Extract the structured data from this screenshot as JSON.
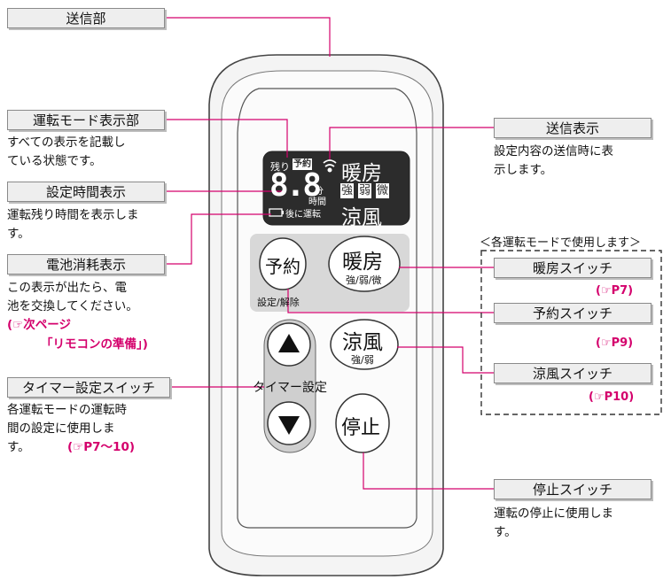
{
  "labels": {
    "transmitter": "送信部",
    "mode_display": "運転モード表示部",
    "time_display": "設定時間表示",
    "battery_display": "電池消耗表示",
    "timer_switch": "タイマー設定スイッチ",
    "send_display": "送信表示",
    "heat_switch": "暖房スイッチ",
    "reserve_switch": "予約スイッチ",
    "cool_switch": "涼風スイッチ",
    "stop_switch": "停止スイッチ"
  },
  "descriptions": {
    "mode_display": [
      "すべての表示を記載し",
      "ている状態です。"
    ],
    "time_display": [
      "運転残り時間を表示しま",
      "す。"
    ],
    "battery_display": [
      "この表示が出たら、電",
      "池を交換してください。"
    ],
    "battery_ref": [
      "(☞次ページ",
      "「リモコンの準備」)"
    ],
    "timer_switch": [
      "各運転モードの運転時",
      "間の設定に使用しま",
      "す。"
    ],
    "timer_ref": "(☞P7～10)",
    "send_display": [
      "設定内容の送信時に表",
      "示します。"
    ],
    "stop_switch": [
      "運転の停止に使用しま",
      "す。"
    ]
  },
  "modes_title": "＜各運転モードで使用します＞",
  "refs": {
    "heat": "(☞P7)",
    "reserve": "(☞P9)",
    "cool": "(☞P10)"
  },
  "remote": {
    "lcd": {
      "remaining": "残り",
      "reserve_tag": "予約",
      "digits": "8.8",
      "min": "分",
      "hours": "時間",
      "after_run": "後に運転",
      "heat": "暖房",
      "strong": "強",
      "weak": "弱",
      "micro": "微",
      "cool": "涼風"
    },
    "buttons": {
      "reserve": "予約",
      "reserve_sub": "設定/解除",
      "heat": "暖房",
      "heat_sub": "強/弱/微",
      "cool": "涼風",
      "cool_sub": "強/弱",
      "stop": "停止",
      "timer_label": "タイマー設定"
    }
  },
  "colors": {
    "leader": "#d4006c",
    "lcd_bg": "#2c2c2c",
    "panel": "#d8d8d8"
  }
}
